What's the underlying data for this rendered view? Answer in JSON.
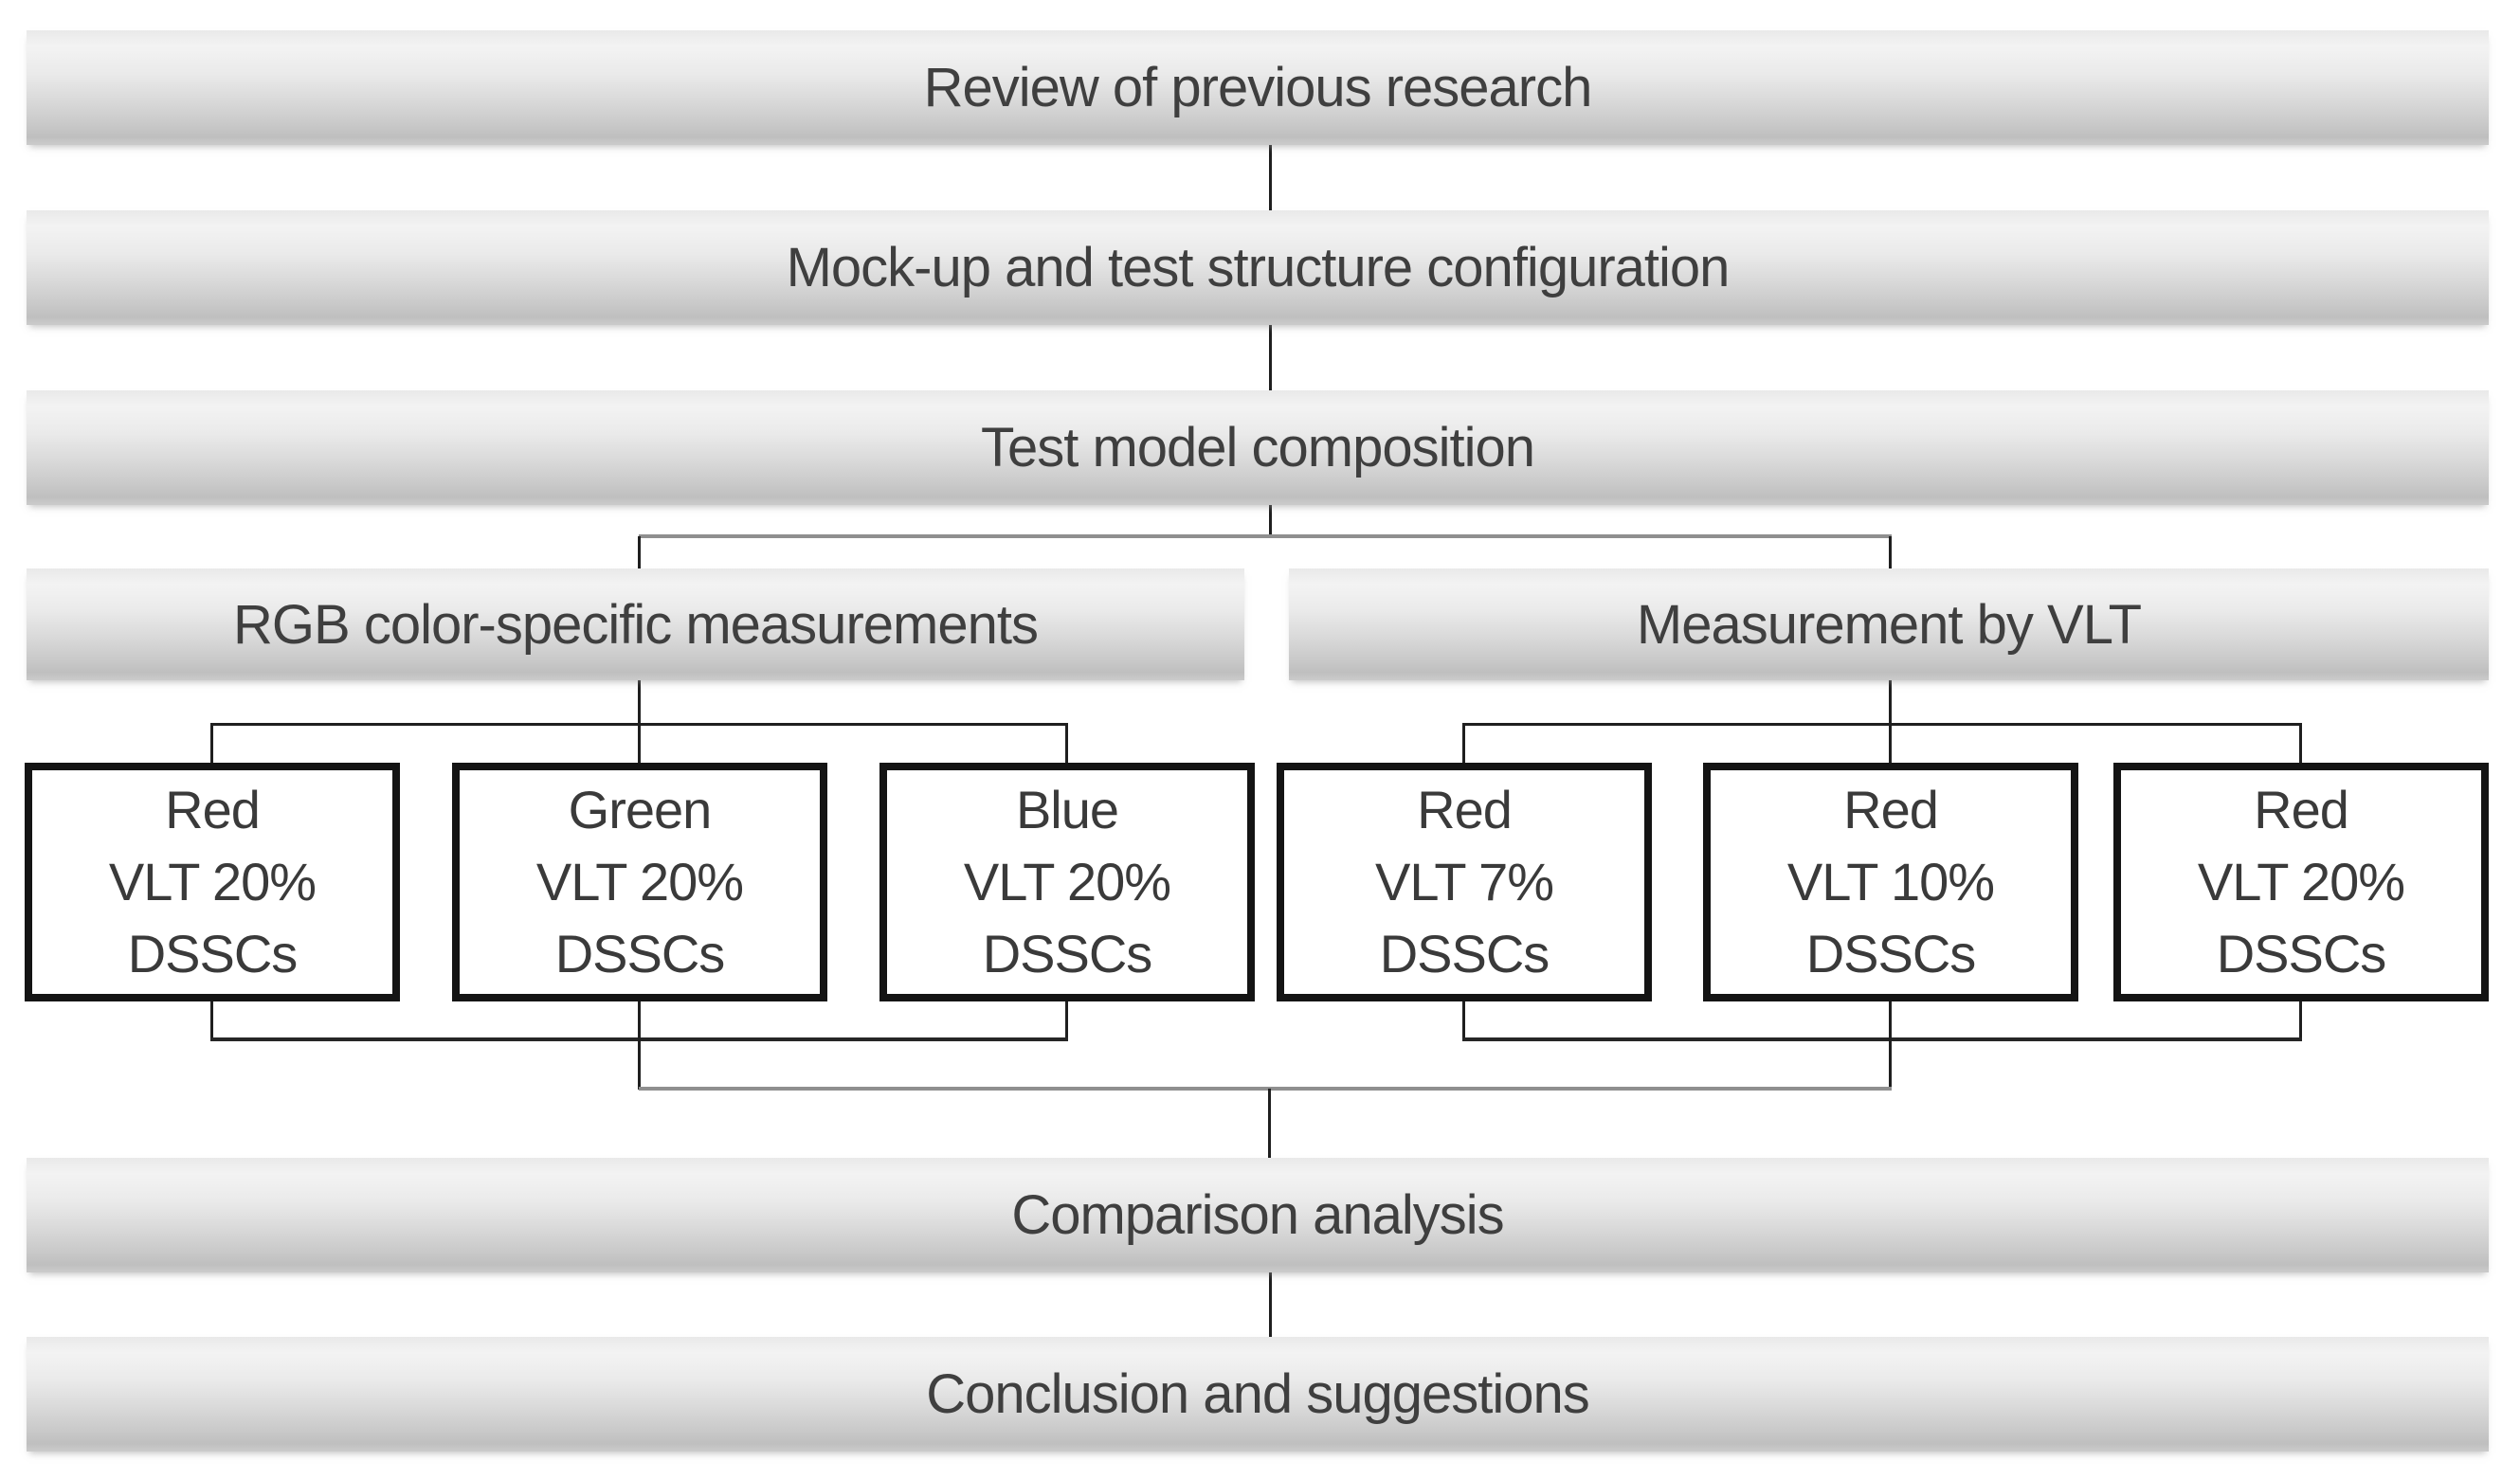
{
  "figure": {
    "type": "flowchart",
    "background": "#ffffff",
    "text_color": "#3f3f3f",
    "bar_gradient_top": "#f3f3f3",
    "bar_gradient_bottom": "#c0c0c0",
    "box_fill": "#ffffff",
    "box_border_color": "#141414",
    "connector_dark": "#1f1f1f",
    "connector_gray": "#8f8f8f"
  },
  "stages": {
    "review": "Review of previous research",
    "mockup": "Mock-up and test structure configuration",
    "test_model": "Test model composition",
    "comparison": "Comparison analysis",
    "conclusion": "Conclusion and suggestions"
  },
  "branches": {
    "left": {
      "label": "RGB color-specific measurements"
    },
    "right": {
      "label": "Measurement by VLT"
    }
  },
  "boxes": [
    {
      "color": "Red",
      "vlt": "VLT 20%",
      "type": "DSSCs"
    },
    {
      "color": "Green",
      "vlt": "VLT 20%",
      "type": "DSSCs"
    },
    {
      "color": "Blue",
      "vlt": "VLT 20%",
      "type": "DSSCs"
    },
    {
      "color": "Red",
      "vlt": "VLT 7%",
      "type": "DSSCs"
    },
    {
      "color": "Red",
      "vlt": "VLT 10%",
      "type": "DSSCs"
    },
    {
      "color": "Red",
      "vlt": "VLT 20%",
      "type": "DSSCs"
    }
  ]
}
